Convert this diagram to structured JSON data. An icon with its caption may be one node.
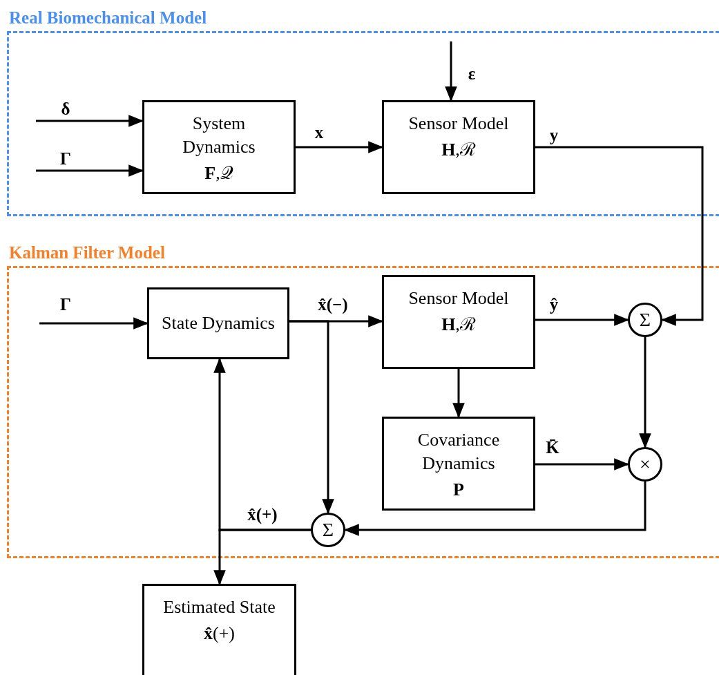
{
  "diagram": {
    "nodes": [
      {
        "text": [
          "Real Biomechanical Model"
        ]
      },
      {
        "text": [
          "System Dynamics",
          "**F**,𝒬"
        ],
        "in": 0
      },
      {
        "text": [
          "Sensor Model",
          "**H**,ℛ"
        ],
        "in": 0
      },
      {
        "text": [
          "Kalman Filter Model"
        ]
      },
      {
        "text": [
          "State Dynamics"
        ],
        "in": 3
      },
      {
        "text": [
          "Sensor Model",
          "**H**,ℛ"
        ],
        "in": 3
      },
      {
        "text": [
          "Covariance Dynamics",
          "**P**"
        ],
        "in": 3
      },
      {
        "text": [
          "Σ"
        ],
        "in": 3
      },
      {
        "text": [
          "×"
        ],
        "in": 3
      },
      {
        "text": [
          "Σ"
        ],
        "in": 3
      },
      {
        "text": [
          "Estimated State",
          "**x̂**(+)"
        ]
      }
    ],
    "edges": [
      {
        "from": null,
        "to": 1,
        "arrow": "to",
        "label": "δ"
      },
      {
        "from": null,
        "to": 1,
        "arrow": "to",
        "label": "Γ"
      },
      {
        "from": 1,
        "to": 2,
        "arrow": "to",
        "label": "x"
      },
      {
        "from": null,
        "to": 2,
        "arrow": "to",
        "label": "ε"
      },
      {
        "from": 2,
        "to": 7,
        "arrow": "to",
        "label": "y"
      },
      {
        "from": null,
        "to": 4,
        "arrow": "to",
        "label": "Γ"
      },
      {
        "from": 4,
        "to": 5,
        "arrow": "to",
        "label": "x̂(−)"
      },
      {
        "from": 4,
        "to": 9,
        "arrow": "to"
      },
      {
        "from": 5,
        "to": 7,
        "arrow": "to",
        "label": "ŷ"
      },
      {
        "from": 5,
        "to": 6,
        "arrow": "to"
      },
      {
        "from": 7,
        "to": 8,
        "arrow": "to"
      },
      {
        "from": 6,
        "to": 8,
        "arrow": "to",
        "label": "K̄"
      },
      {
        "from": 8,
        "to": 9,
        "arrow": "to"
      },
      {
        "from": 9,
        "to": 4,
        "arrow": "to",
        "label": "x̂(+)"
      },
      {
        "from": 9,
        "to": 10,
        "arrow": "to"
      }
    ]
  }
}
